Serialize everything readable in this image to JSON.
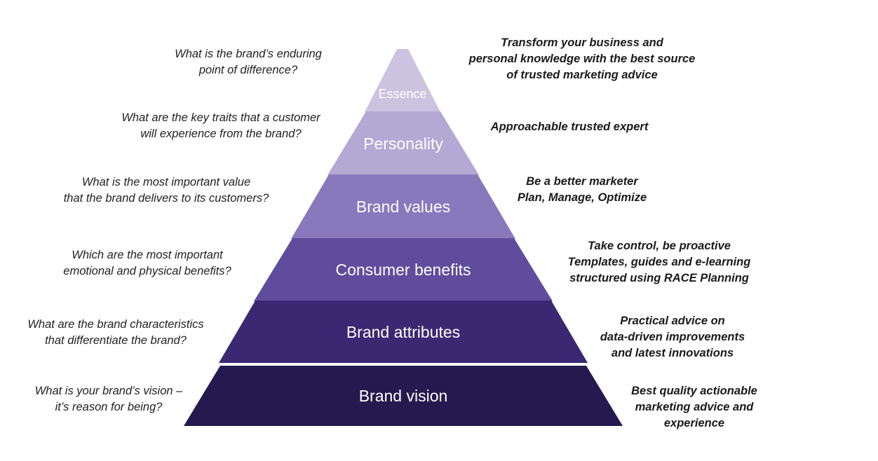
{
  "pyramid": {
    "levels": [
      {
        "label": "Essence",
        "color": "#cbc3e0",
        "question": [
          "What is the brand’s enduring",
          "point of difference?"
        ],
        "answer": [
          "Transform your business and",
          "personal knowledge with the best source",
          "of trusted marketing advice"
        ]
      },
      {
        "label": "Personality",
        "color": "#b4a8d4",
        "question": [
          "What are the key traits that a customer",
          "will experience from the brand?"
        ],
        "answer": [
          "Approachable trusted expert"
        ]
      },
      {
        "label": "Brand values",
        "color": "#8879bd",
        "question": [
          "What is the most important value",
          "that the brand delivers to its customers?"
        ],
        "answer": [
          "Be a better marketer",
          "Plan, Manage, Optimize"
        ]
      },
      {
        "label": "Consumer benefits",
        "color": "#5f4c9c",
        "question": [
          "Which are the most important",
          "emotional and physical benefits?"
        ],
        "answer": [
          "Take control, be proactive",
          "Templates, guides and e-learning",
          "structured using RACE Planning"
        ]
      },
      {
        "label": "Brand attributes",
        "color": "#3b2872",
        "question": [
          "What are the brand characteristics",
          "that differentiate the brand?"
        ],
        "answer": [
          "Practical advice on",
          "data-driven improvements",
          "and latest innovations"
        ]
      },
      {
        "label": "Brand vision",
        "color": "#251a4f",
        "question": [
          "What is your brand’s vision –",
          "it’s reason for being?"
        ],
        "answer": [
          "Best quality actionable",
          "marketing advice and",
          "experience"
        ]
      }
    ]
  }
}
